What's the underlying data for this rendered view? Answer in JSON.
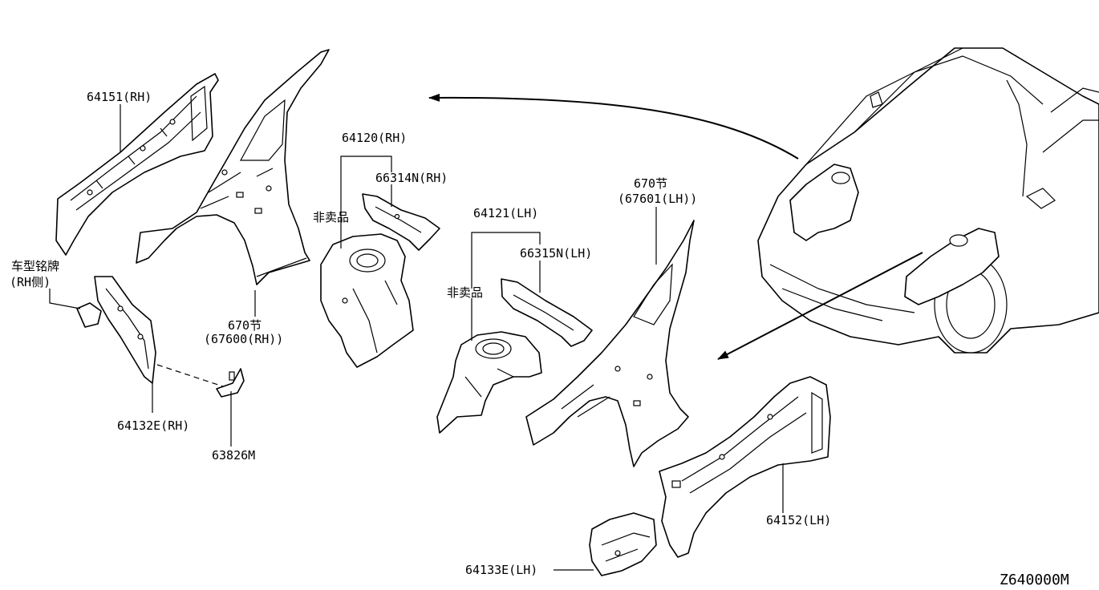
{
  "labels": {
    "p64151": "64151(RH)",
    "p64120": "64120(RH)",
    "p66314n": "66314N(RH)",
    "not_sold_rh": "非卖品",
    "p64121": "64121(LH)",
    "p66315n": "66315N(LH)",
    "not_sold_lh": "非卖品",
    "sec670_lh": "670节",
    "p67601": "(67601(LH))",
    "plate_line1": "车型铭牌",
    "plate_line2": "(RH侧)",
    "sec670_rh": "670节",
    "p67600": "(67600(RH))",
    "p64132e": "64132E(RH)",
    "p63826m": "63826M",
    "p64152": "64152(LH)",
    "p64133e": "64133E(LH)",
    "diagram_code": "Z640000M"
  },
  "icons": {
    "leader_arrow": "arrow-head-icon"
  }
}
